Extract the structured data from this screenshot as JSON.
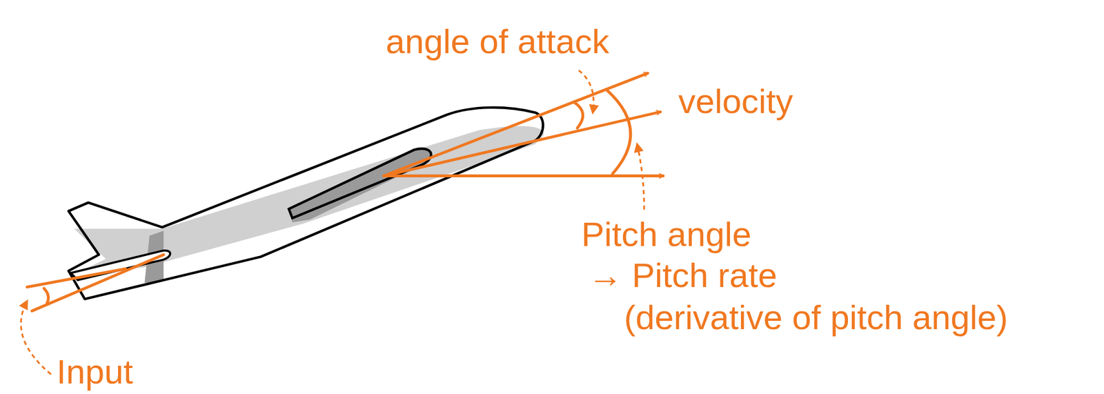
{
  "diagram": {
    "labels": [
      "angle of attack",
      "velocity",
      "Pitch angle",
      "→ Pitch rate",
      "(derivative of pitch angle)",
      "Input"
    ]
  }
}
